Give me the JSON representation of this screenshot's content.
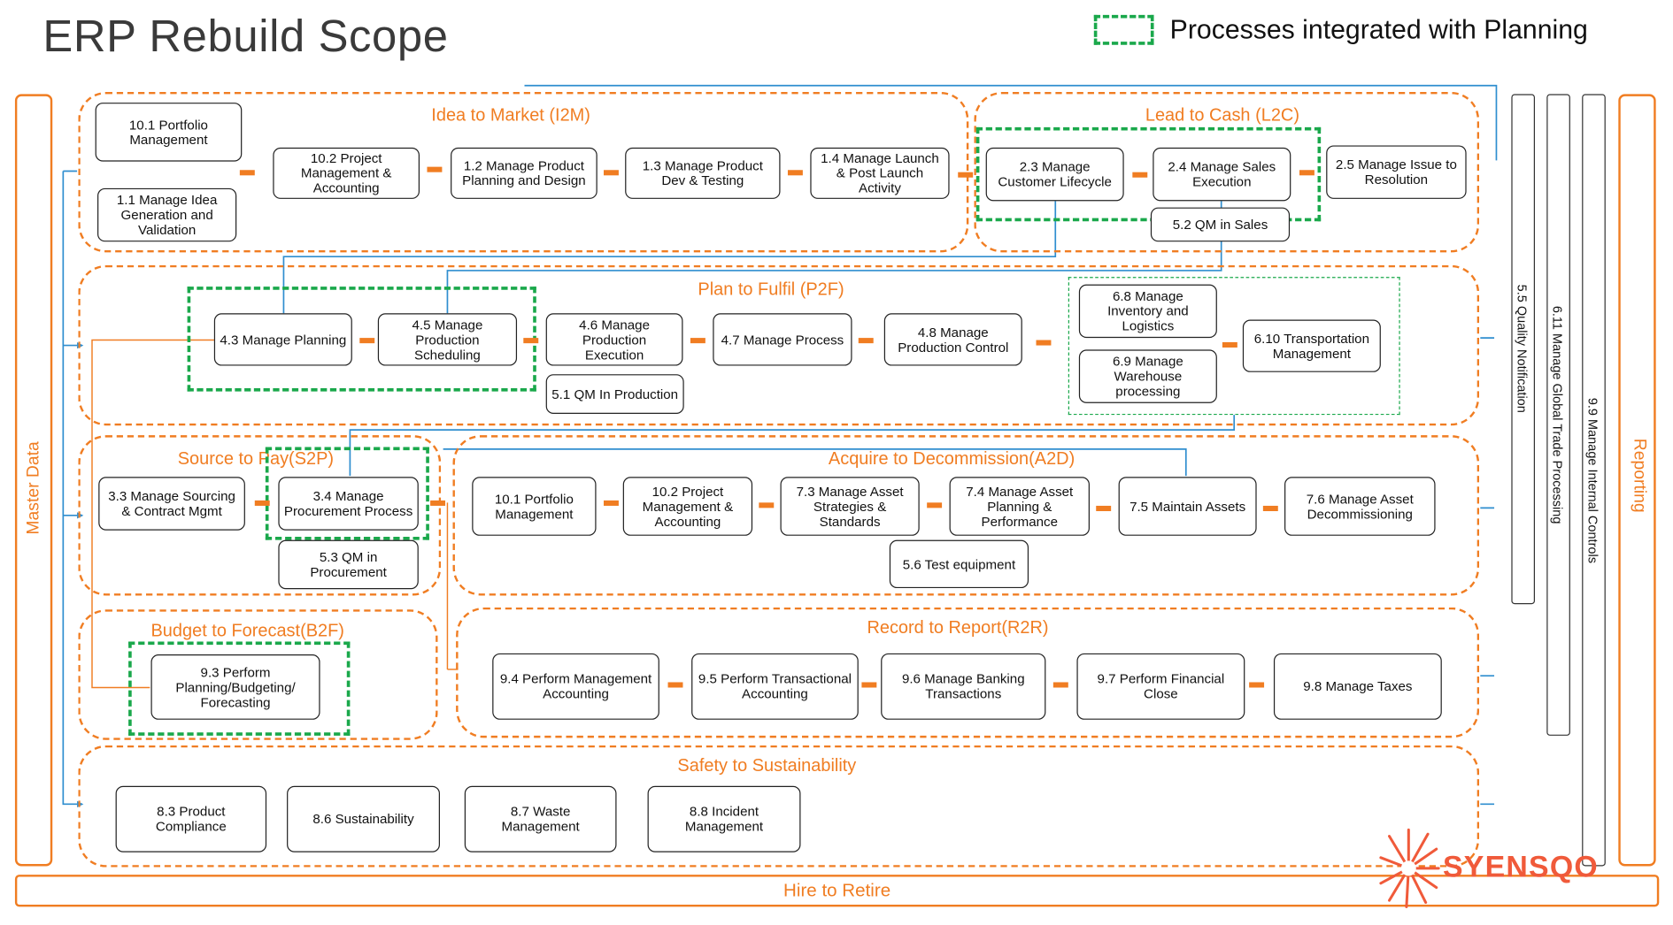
{
  "title": "ERP Rebuild Scope",
  "legend": {
    "label": "Processes integrated with Planning"
  },
  "side": {
    "master_data": "Master Data",
    "reporting": "Reporting",
    "hire_to_retire": "Hire to Retire",
    "quality_notification": "5.5 Quality Notification",
    "global_trade": "6.11 Manage Global Trade Processing",
    "internal_controls": "9.9 Manage Internal Controls"
  },
  "groups": {
    "i2m": "Idea to Market (I2M)",
    "l2c": "Lead to Cash (L2C)",
    "p2f": "Plan to Fulfil (P2F)",
    "s2p": "Source to Pay(S2P)",
    "a2d": "Acquire to Decommission(A2D)",
    "b2f": "Budget to Forecast(B2F)",
    "r2r": "Record to Report(R2R)",
    "s2s": "Safety to Sustainability"
  },
  "boxes": {
    "b10_1a": "10.1 Portfolio Management",
    "b1_1": "1.1 Manage Idea Generation and Validation",
    "b10_2a": "10.2 Project Management & Accounting",
    "b1_2": "1.2 Manage Product Planning and Design",
    "b1_3": "1.3 Manage Product Dev & Testing",
    "b1_4": "1.4 Manage Launch & Post Launch Activity",
    "b2_3": "2.3 Manage Customer Lifecycle",
    "b2_4": "2.4 Manage Sales Execution",
    "b2_5": "2.5 Manage Issue to Resolution",
    "b5_2": "5.2 QM in Sales",
    "b4_3": "4.3 Manage Planning",
    "b4_5": "4.5 Manage Production Scheduling",
    "b4_6": "4.6 Manage Production Execution",
    "b5_1": "5.1 QM In Production",
    "b4_7": "4.7 Manage Process",
    "b4_8": "4.8 Manage Production Control",
    "b6_8": "6.8 Manage Inventory and Logistics",
    "b6_9": "6.9 Manage Warehouse processing",
    "b6_10": "6.10 Transportation Management",
    "b3_3": "3.3 Manage Sourcing & Contract Mgmt",
    "b3_4": "3.4 Manage Procurement Process",
    "b5_3": "5.3 QM in Procurement",
    "b10_1b": "10.1 Portfolio Management",
    "b10_2b": "10.2 Project Management & Accounting",
    "b7_3": "7.3 Manage Asset Strategies & Standards",
    "b7_4": "7.4 Manage Asset Planning & Performance",
    "b7_5": "7.5 Maintain Assets",
    "b7_6": "7.6 Manage Asset Decommissioning",
    "b5_6": "5.6 Test equipment",
    "b9_3": "9.3 Perform Planning/Budgeting/ Forecasting",
    "b9_4": "9.4 Perform Management Accounting",
    "b9_5": "9.5 Perform Transactional Accounting",
    "b9_6": "9.6 Manage Banking Transactions",
    "b9_7": "9.7 Perform Financial Close",
    "b9_8": "9.8 Manage Taxes",
    "b8_3": "8.3 Product Compliance",
    "b8_6": "8.6 Sustainability",
    "b8_7": "8.7 Waste Management",
    "b8_8": "8.8 Incident Management"
  },
  "logo": {
    "text": "SYENSQO"
  },
  "colors": {
    "accent": "#f07d22",
    "planning": "#1aa84b",
    "connector": "#2f8ecf",
    "logo": "#f05a3a"
  }
}
